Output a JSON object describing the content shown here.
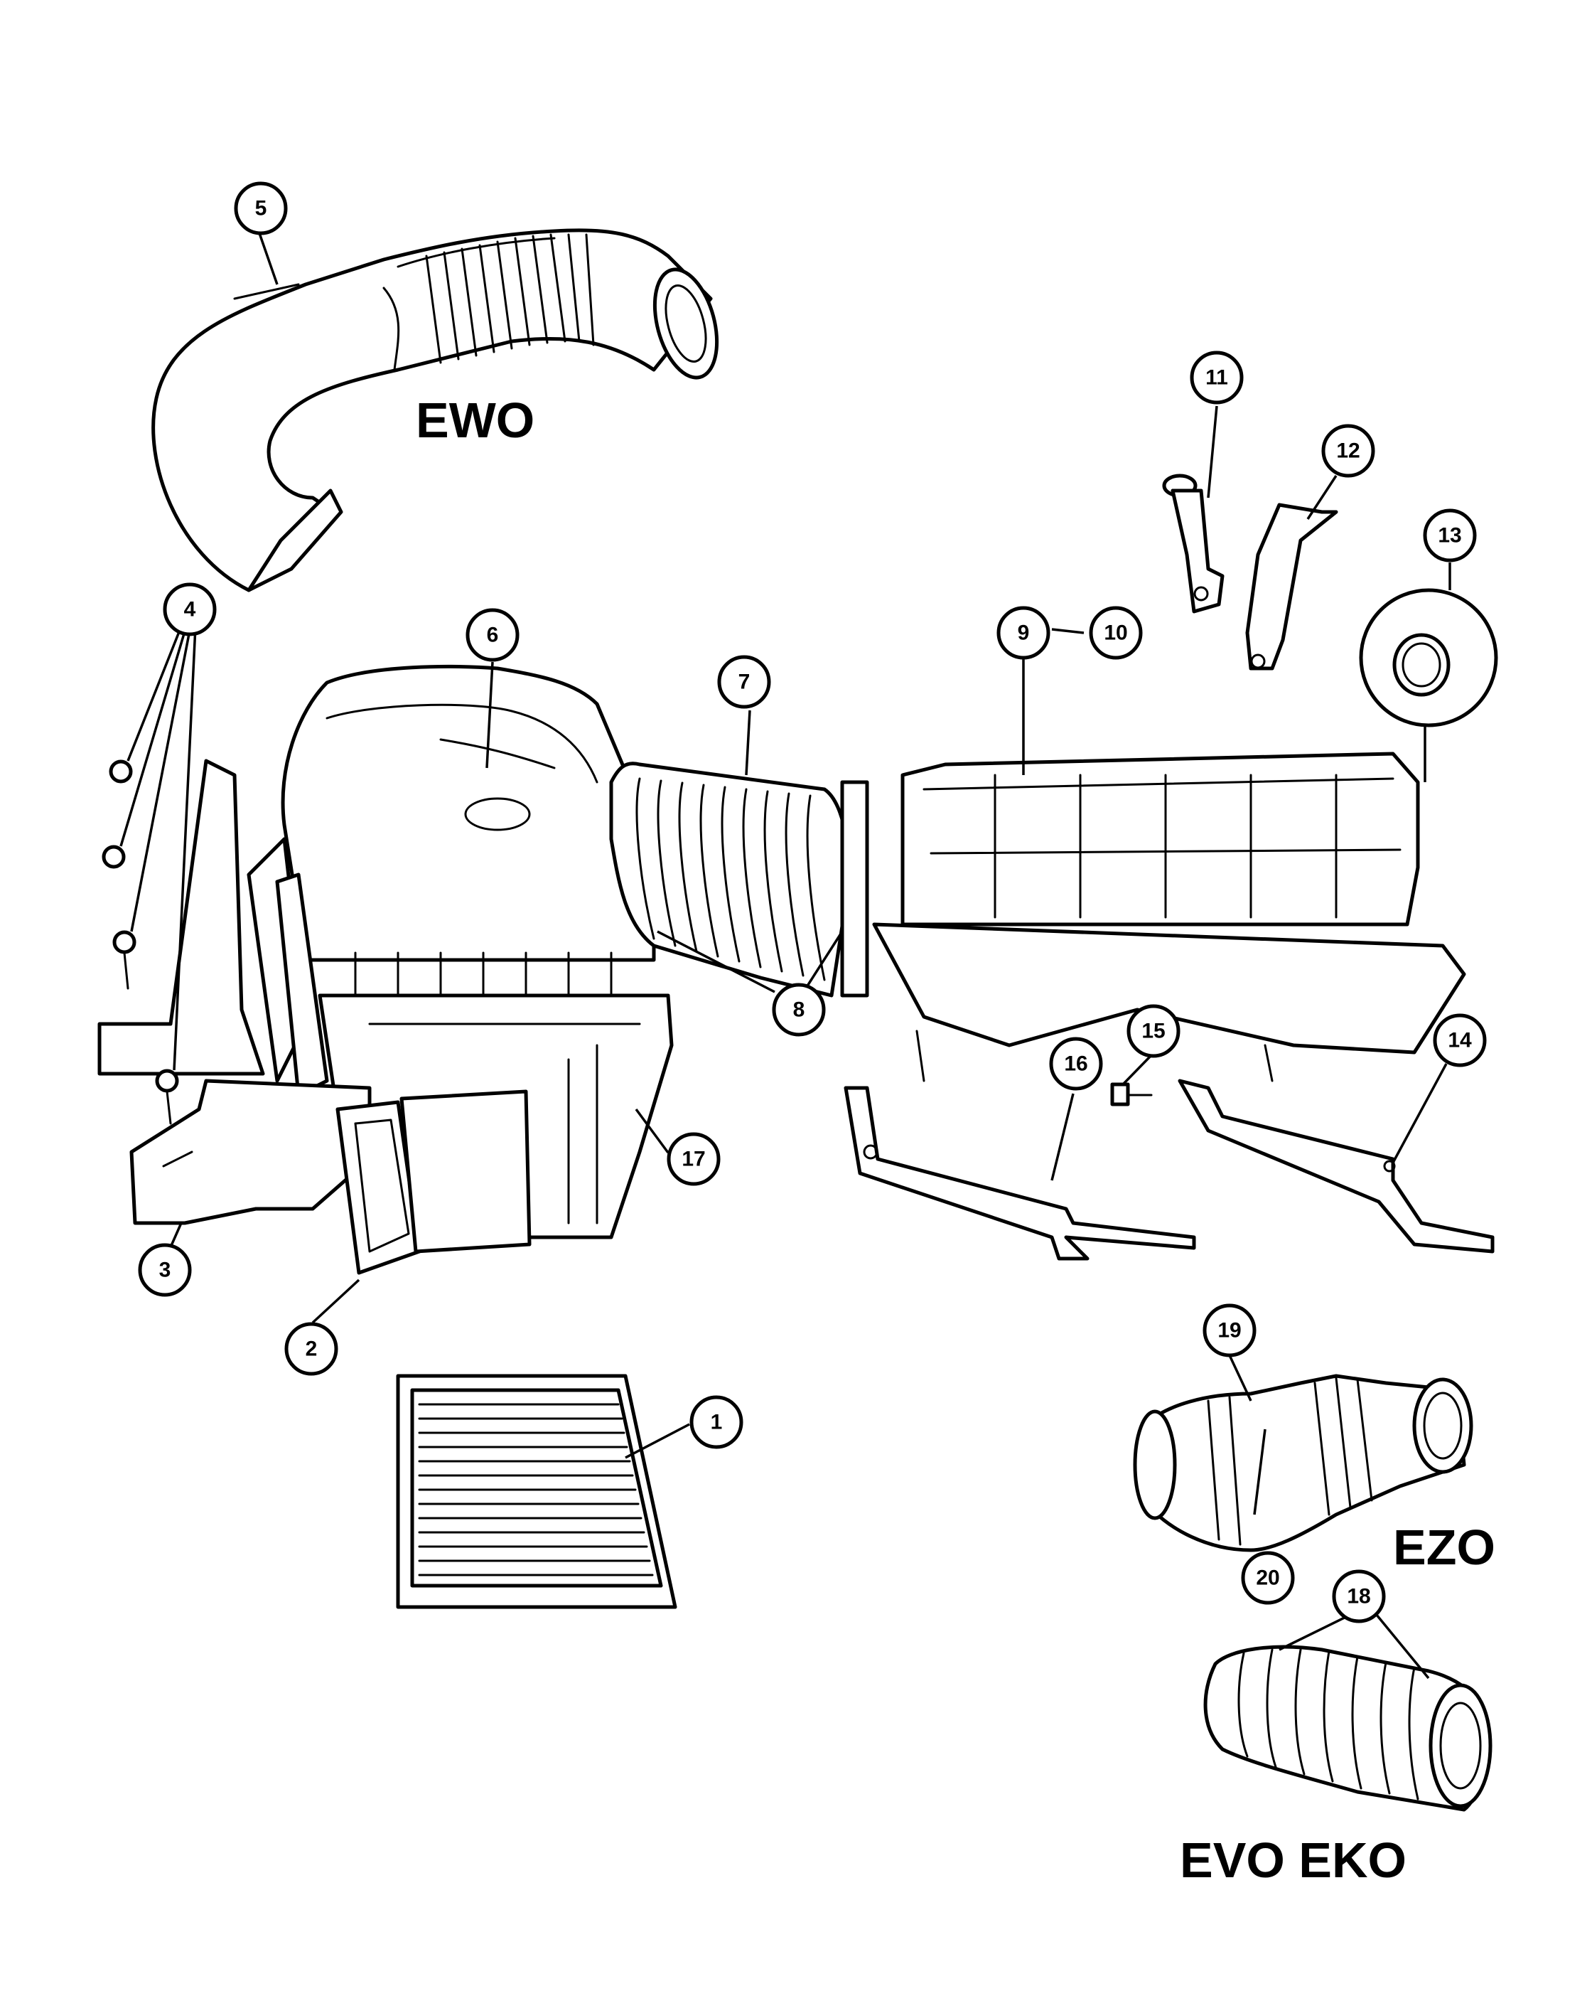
{
  "variant_labels": {
    "top": "EWO",
    "middle_right": "EZO",
    "bottom_right": "EVO EKO"
  },
  "callouts": {
    "c1": "1",
    "c2": "2",
    "c3": "3",
    "c4": "4",
    "c5": "5",
    "c6": "6",
    "c7": "7",
    "c8": "8",
    "c9": "9",
    "c10": "10",
    "c11": "11",
    "c12": "12",
    "c13": "13",
    "c14": "14",
    "c15": "15",
    "c16": "16",
    "c17": "17",
    "c18": "18",
    "c19": "19",
    "c20": "20"
  }
}
